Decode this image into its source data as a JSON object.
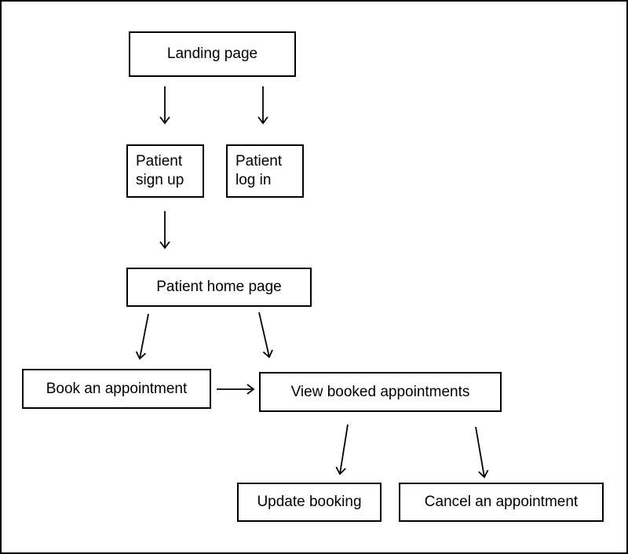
{
  "nodes": {
    "landing": "Landing page",
    "signup_line1": "Patient",
    "signup_line2": "sign up",
    "login_line1": "Patient",
    "login_line2": "log in",
    "home": "Patient home page",
    "book": "Book an appointment",
    "view": "View booked appointments",
    "update": "Update booking",
    "cancel": "Cancel an appointment"
  },
  "colors": {
    "stroke": "#000000",
    "background": "#ffffff"
  }
}
